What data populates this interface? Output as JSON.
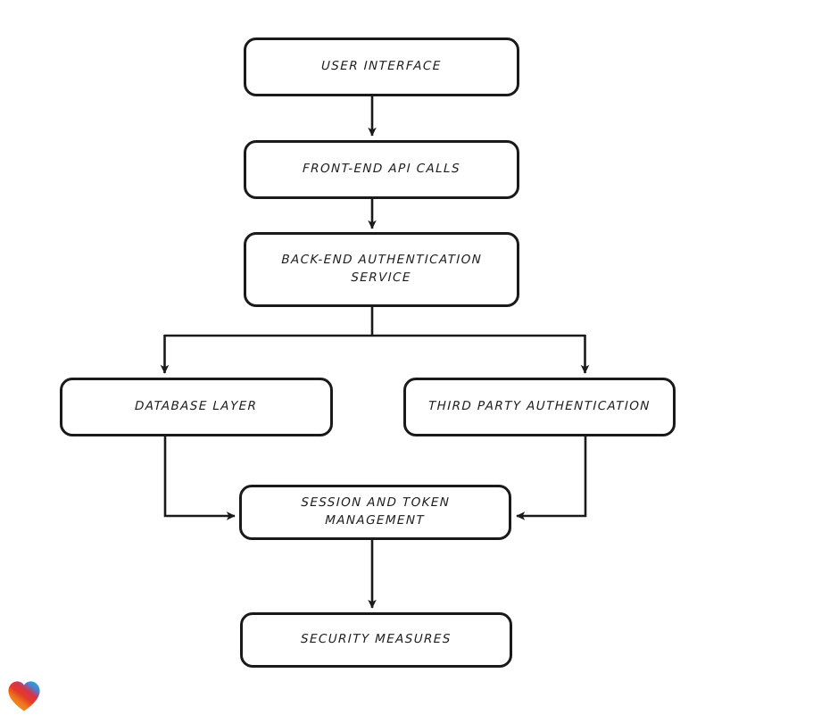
{
  "diagram": {
    "title": "Authentication Architecture Flowchart",
    "style": "hand-drawn rounded rectangles with black arrows on white background",
    "stroke_color": "#1a1a1a",
    "background_color": "#ffffff",
    "nodes": [
      {
        "id": "user-interface",
        "label": "USER INTERFACE"
      },
      {
        "id": "frontend-api",
        "label": "FRONT-END API CALLS"
      },
      {
        "id": "backend-auth",
        "label": "BACK-END AUTHENTICATION\nSERVICE"
      },
      {
        "id": "database-layer",
        "label": "DATABASE LAYER"
      },
      {
        "id": "third-party-auth",
        "label": "THIRD PARTY AUTHENTICATION"
      },
      {
        "id": "session-token",
        "label": "SESSION AND TOKEN\nMANAGEMENT"
      },
      {
        "id": "security",
        "label": "SECURITY MEASURES"
      }
    ],
    "edges": [
      {
        "from": "user-interface",
        "to": "frontend-api",
        "direction": "down"
      },
      {
        "from": "frontend-api",
        "to": "backend-auth",
        "direction": "down"
      },
      {
        "from": "backend-auth",
        "to": "database-layer",
        "direction": "down-left-branch"
      },
      {
        "from": "backend-auth",
        "to": "third-party-auth",
        "direction": "down-right-branch"
      },
      {
        "from": "database-layer",
        "to": "session-token",
        "direction": "down-then-right"
      },
      {
        "from": "third-party-auth",
        "to": "session-token",
        "direction": "down-then-left"
      },
      {
        "from": "session-token",
        "to": "security",
        "direction": "down"
      }
    ]
  },
  "watermark": {
    "icon": "heart-icon",
    "colors": [
      "#e8342a",
      "#f59a1e",
      "#3b82d8",
      "#2aa7c4"
    ]
  }
}
